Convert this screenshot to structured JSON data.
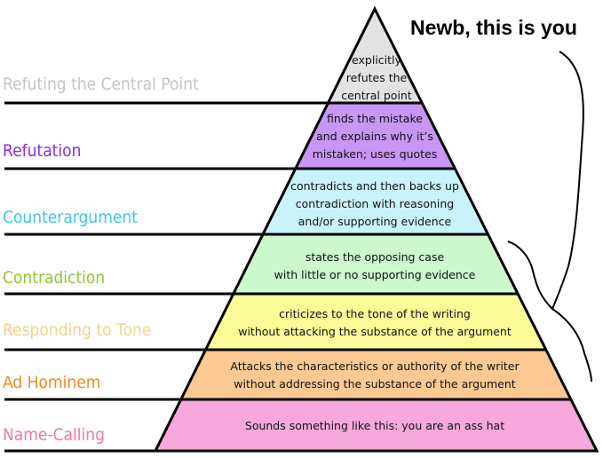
{
  "caption": "Newb, this is you",
  "levels": [
    {
      "label": "Refuting the Central Point",
      "label_color": "#c4c4c4",
      "fill": "#e3e3e3",
      "description": [
        "explicitly",
        "refutes the",
        "central point"
      ]
    },
    {
      "label": "Refutation",
      "label_color": "#8a2be2",
      "fill": "#c896f5",
      "description": [
        "finds the mistake",
        "and explains why it’s",
        "mistaken; uses quotes"
      ]
    },
    {
      "label": "Counterargument",
      "label_color": "#3ec6e8",
      "fill": "#c9f3fb",
      "description": [
        "contradicts and then backs up",
        "contradiction with reasoning",
        "and/or supporting evidence"
      ]
    },
    {
      "label": "Contradiction",
      "label_color": "#8fc832",
      "fill": "#cdf7cd",
      "description": [
        "states the opposing case",
        "with little or no supporting evidence"
      ]
    },
    {
      "label": "Responding to Tone",
      "label_color": "#f2d28a",
      "fill": "#fbfb98",
      "description": [
        "criticizes to the tone of the writing",
        "without attacking the substance of the argument"
      ]
    },
    {
      "label": "Ad Hominem",
      "label_color": "#ee8a1e",
      "fill": "#fbc991",
      "description": [
        "Attacks the  characteristics or authority of the writer",
        "without addressing the substance of the argument"
      ]
    },
    {
      "label": "Name-Calling",
      "label_color": "#f07a9a",
      "fill": "#f7a8dc",
      "description": [
        "Sounds something like this: you are an ass hat"
      ]
    }
  ]
}
